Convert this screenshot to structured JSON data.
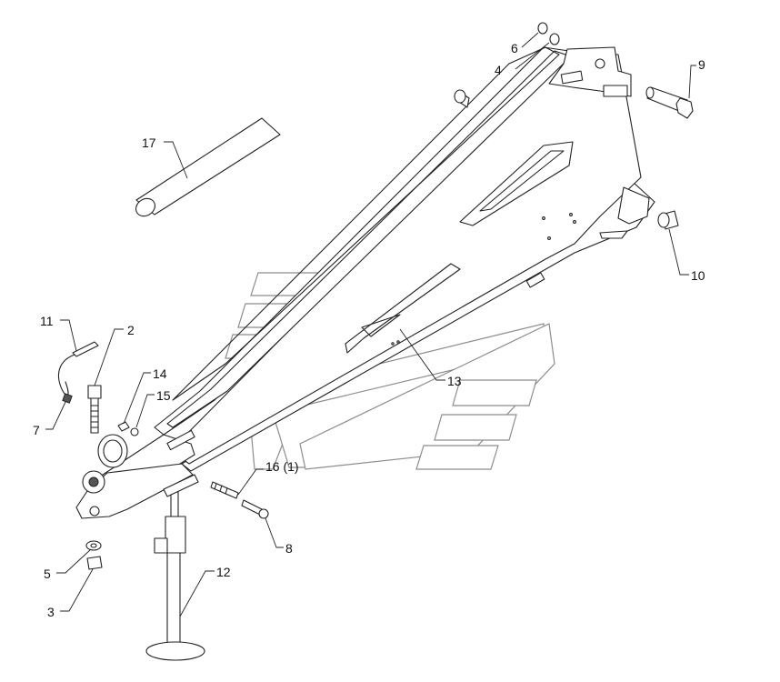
{
  "callouts": [
    {
      "id": "c6",
      "text": "6"
    },
    {
      "id": "c4",
      "text": "4"
    },
    {
      "id": "c9",
      "text": "9"
    },
    {
      "id": "c17",
      "text": "17"
    },
    {
      "id": "c10",
      "text": "10"
    },
    {
      "id": "c11",
      "text": "11"
    },
    {
      "id": "c2",
      "text": "2"
    },
    {
      "id": "c14",
      "text": "14"
    },
    {
      "id": "c15",
      "text": "15"
    },
    {
      "id": "c7",
      "text": "7"
    },
    {
      "id": "c13",
      "text": "13"
    },
    {
      "id": "c16",
      "text": "16 (1)"
    },
    {
      "id": "c8",
      "text": "8"
    },
    {
      "id": "c5",
      "text": "5"
    },
    {
      "id": "c12",
      "text": "12"
    },
    {
      "id": "c3",
      "text": "3"
    }
  ]
}
